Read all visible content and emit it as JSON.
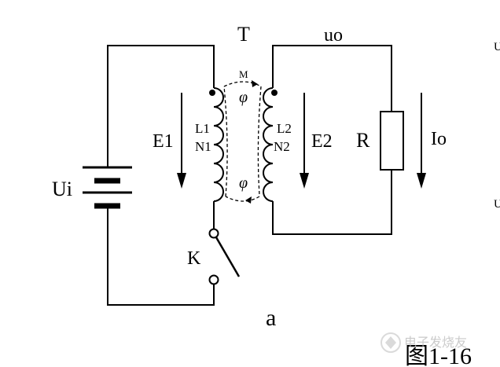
{
  "labels": {
    "transformer": "T",
    "output_voltage": "uo",
    "mutual": "M",
    "flux": "φ",
    "primary_emf": "E1",
    "secondary_emf": "E2",
    "primary_inductance": "L1",
    "primary_turns": "N1",
    "secondary_inductance": "L2",
    "secondary_turns": "N2",
    "resistor": "R",
    "output_current": "Io",
    "input_voltage": "Ui",
    "switch": "K",
    "sub_label": "a",
    "figure_caption": "图1-16",
    "edge_char_top": "U",
    "edge_char_mid": "U"
  },
  "watermark": "电子发烧友",
  "colors": {
    "ink": "#000000",
    "watermark": "#bdbdbd"
  }
}
